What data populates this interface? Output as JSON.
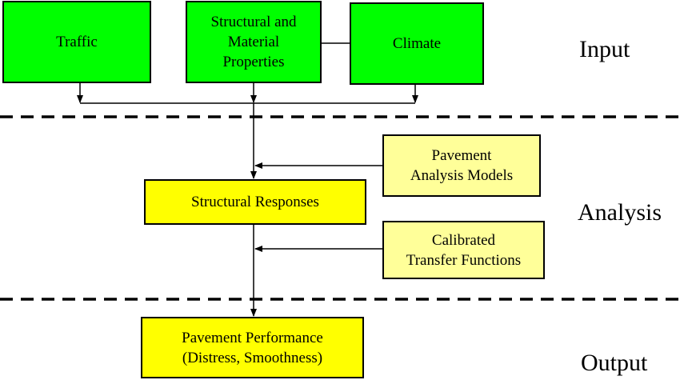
{
  "boxes": {
    "traffic": "Traffic",
    "structural_material": "Structural and\nMaterial\nProperties",
    "climate": "Climate",
    "pavement_analysis_models": "Pavement\nAnalysis Models",
    "structural_responses": "Structural Responses",
    "calibrated_transfer_functions": "Calibrated\nTransfer Functions",
    "pavement_performance": "Pavement Performance\n(Distress, Smoothness)"
  },
  "stages": {
    "input": "Input",
    "analysis": "Analysis",
    "output": "Output"
  },
  "colors": {
    "input_fill": "#00ff00",
    "model_fill": "#ffff99",
    "result_fill": "#ffff00",
    "line": "#000000"
  }
}
